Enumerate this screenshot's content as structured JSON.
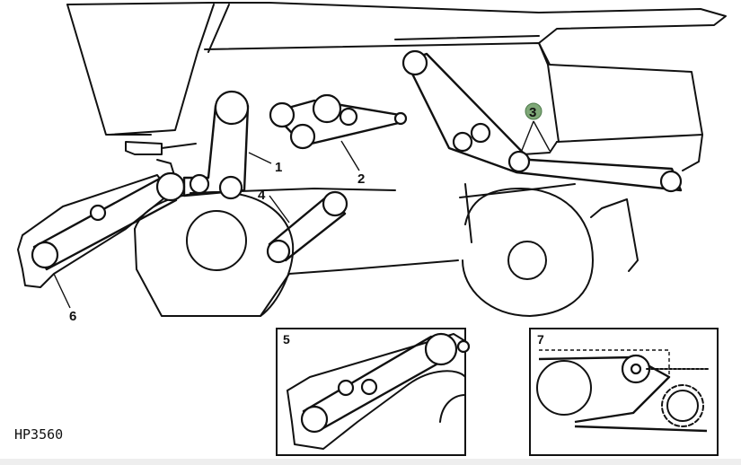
{
  "figure_id": "HP3560",
  "callouts": {
    "c1": "1",
    "c2": "2",
    "c3": "3",
    "c4": "4",
    "c6": "6"
  },
  "inset_labels": {
    "i5": "5",
    "i7": "7"
  },
  "colors": {
    "ink": "#111111",
    "callout_3_fill": "#7fa878",
    "background": "#ffffff"
  }
}
